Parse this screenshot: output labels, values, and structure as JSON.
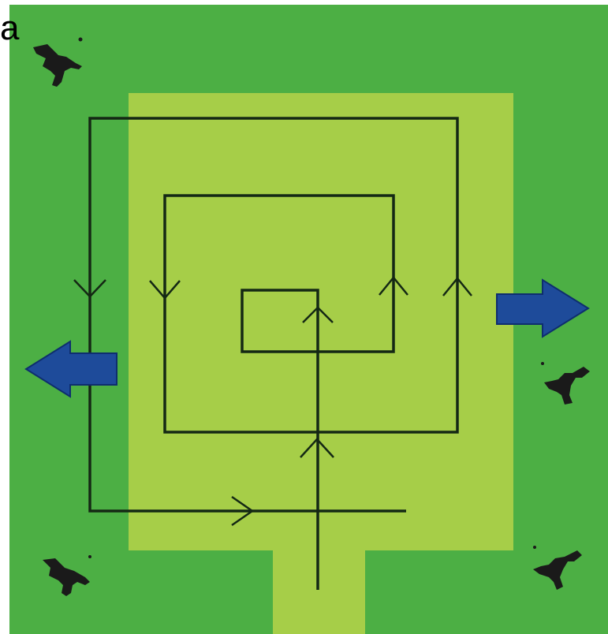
{
  "panel_label": "a",
  "colors": {
    "grass": "#4CAF44",
    "plot": "#A6CE48",
    "path": "#142814",
    "arrow_fill": "#1E4B9A",
    "arrow_edge": "#0E2E6E",
    "animal": "#1a1a1a"
  },
  "elements": {
    "route": "spiral-path-traced-inward-from-entrance",
    "exit_arrows": [
      "exit-arrow-left",
      "exit-arrow-right"
    ],
    "animals": [
      "animal-top-left",
      "animal-right",
      "animal-bottom-left",
      "animal-bottom-right"
    ]
  }
}
